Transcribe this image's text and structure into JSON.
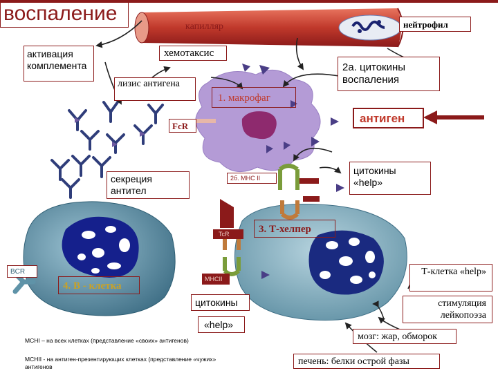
{
  "title": "воспаление",
  "labels": {
    "capillary": "капилляр",
    "neutrophil": "нейтрофил",
    "chemotaxis": "хемотаксис",
    "complement_activation": "активация комплемента",
    "antigen_lysis": "лизис антигена",
    "inflammation_cytokines": "2а. цитокины воспаления",
    "macrophage": "1. макрофаг",
    "fcr": "FcR",
    "antigen": "антиген",
    "antibody_secretion": "секреция антител",
    "mhc2": "2б. MHC II",
    "help_cytokines": "цитокины «help»",
    "t_helper": "3. Т-хелпер",
    "tcr": "TcR",
    "mhc2_b": "MHCII",
    "bcr": "BCR",
    "b_cell": "4. В - клетка",
    "cytokines": "цитокины",
    "help": "«help»",
    "t_cell_help": "Т-клетка «help»",
    "leukopoiesis": "стимуляция лейкопоэза",
    "brain": "мозг: жар, обморок",
    "liver": "печень: белки острой фазы"
  },
  "footnotes": {
    "mhc1": "MCHI – на всех клетках (представление «своих» антигенов)",
    "mhc2": "MCHII - на антиген-презентирующих клетках (представление «чужих» антигенов"
  },
  "colors": {
    "frame": "#8b1a1a",
    "vessel": "#c0392b",
    "macrophage": "#b49bd6",
    "cell": "#5f93a8",
    "nucleus": "#15208c",
    "antibody": "#2f3d7a",
    "receptor": "#7a9c3a"
  }
}
